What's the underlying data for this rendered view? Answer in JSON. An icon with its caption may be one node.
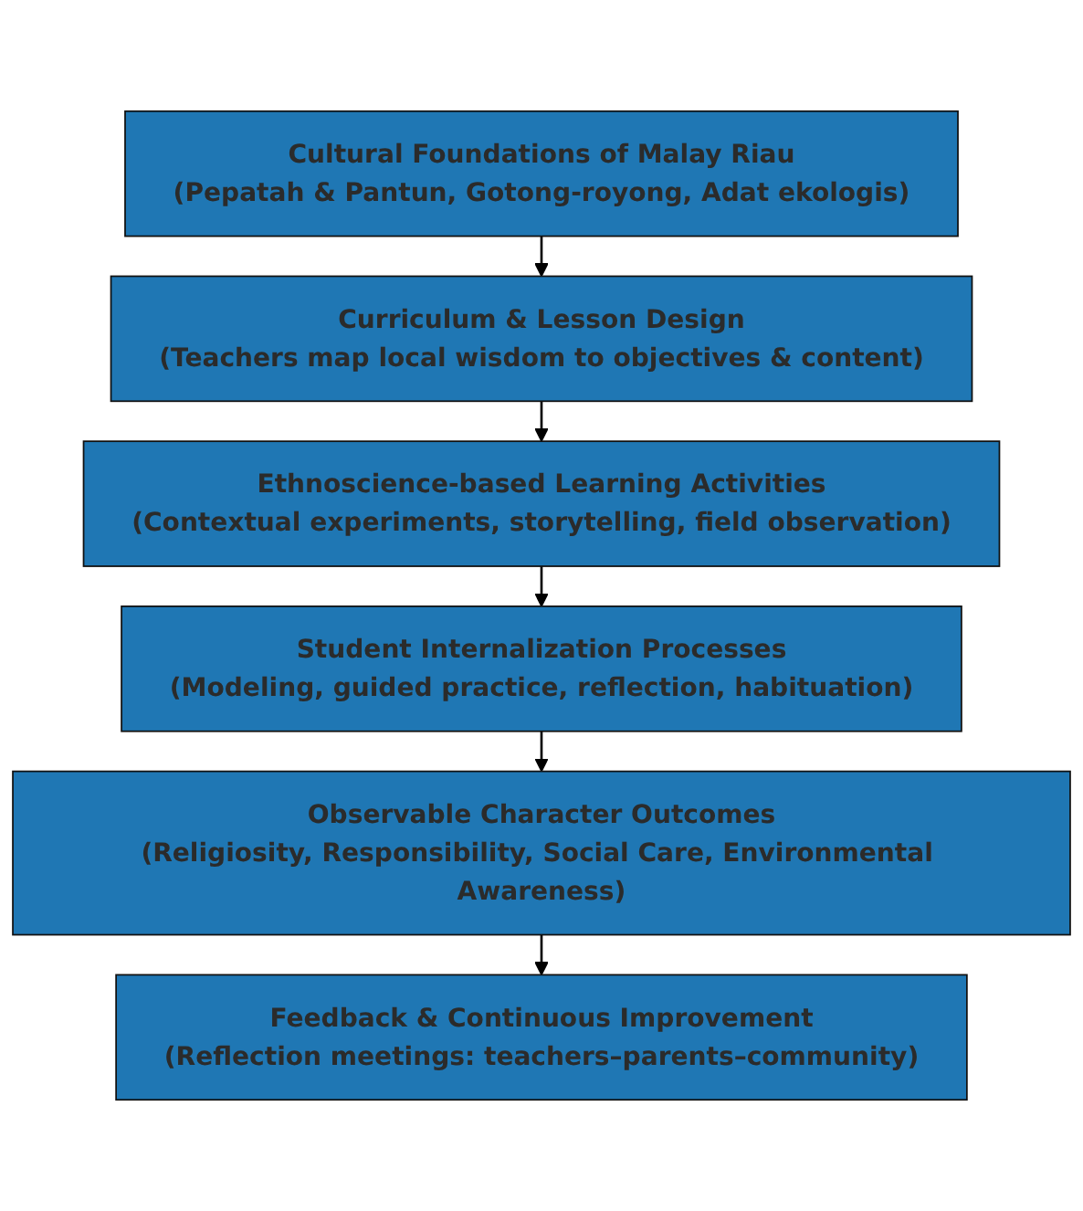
{
  "diagram": {
    "nodes": [
      {
        "text": [
          "Cultural Foundations of Malay Riau",
          "(Pepatah & Pantun, Gotong-royong, Adat ekologis)"
        ]
      },
      {
        "text": [
          "Curriculum & Lesson Design",
          "(Teachers map local wisdom to objectives & content)"
        ]
      },
      {
        "text": [
          "Ethnoscience-based Learning Activities",
          "(Contextual experiments, storytelling, field observation)"
        ]
      },
      {
        "text": [
          "Student Internalization Processes",
          "(Modeling, guided practice, reflection, habituation)"
        ]
      },
      {
        "text": [
          "Observable Character Outcomes",
          "(Religiosity, Responsibility, Social Care, Environmental Awareness)"
        ]
      },
      {
        "text": [
          "Feedback & Continuous Improvement",
          "(Reflection meetings: teachers–parents–community)"
        ]
      }
    ],
    "edges": [
      {
        "from": 0,
        "to": 1,
        "arrow": "to"
      },
      {
        "from": 1,
        "to": 2,
        "arrow": "to"
      },
      {
        "from": 2,
        "to": 3,
        "arrow": "to"
      },
      {
        "from": 3,
        "to": 4,
        "arrow": "to"
      },
      {
        "from": 4,
        "to": 5,
        "arrow": "to"
      }
    ]
  }
}
